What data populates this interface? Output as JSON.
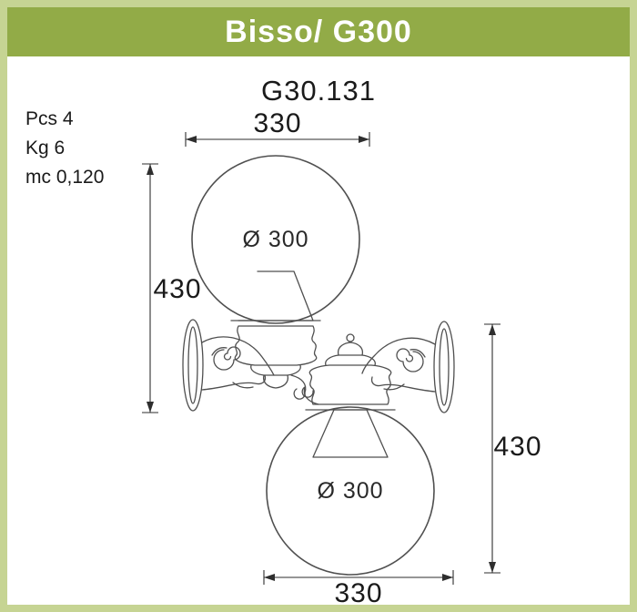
{
  "header": {
    "title": "Bisso/ G300"
  },
  "product": {
    "code": "G30.131"
  },
  "specs": {
    "pcs": "Pcs 4",
    "kg": "Kg 6",
    "mc": "mc 0,120"
  },
  "dimensions": {
    "top_width": "330",
    "left_height": "430",
    "right_height": "430",
    "bottom_width": "330",
    "globe_up_diameter": "Ø 300",
    "globe_down_diameter": "Ø 300"
  },
  "colors": {
    "frame": "#c6d493",
    "header_bg": "#92ab47",
    "header_text": "#ffffff",
    "line": "#4f4f4f",
    "dim": "#2e2e2e",
    "text": "#1a1a1a"
  }
}
